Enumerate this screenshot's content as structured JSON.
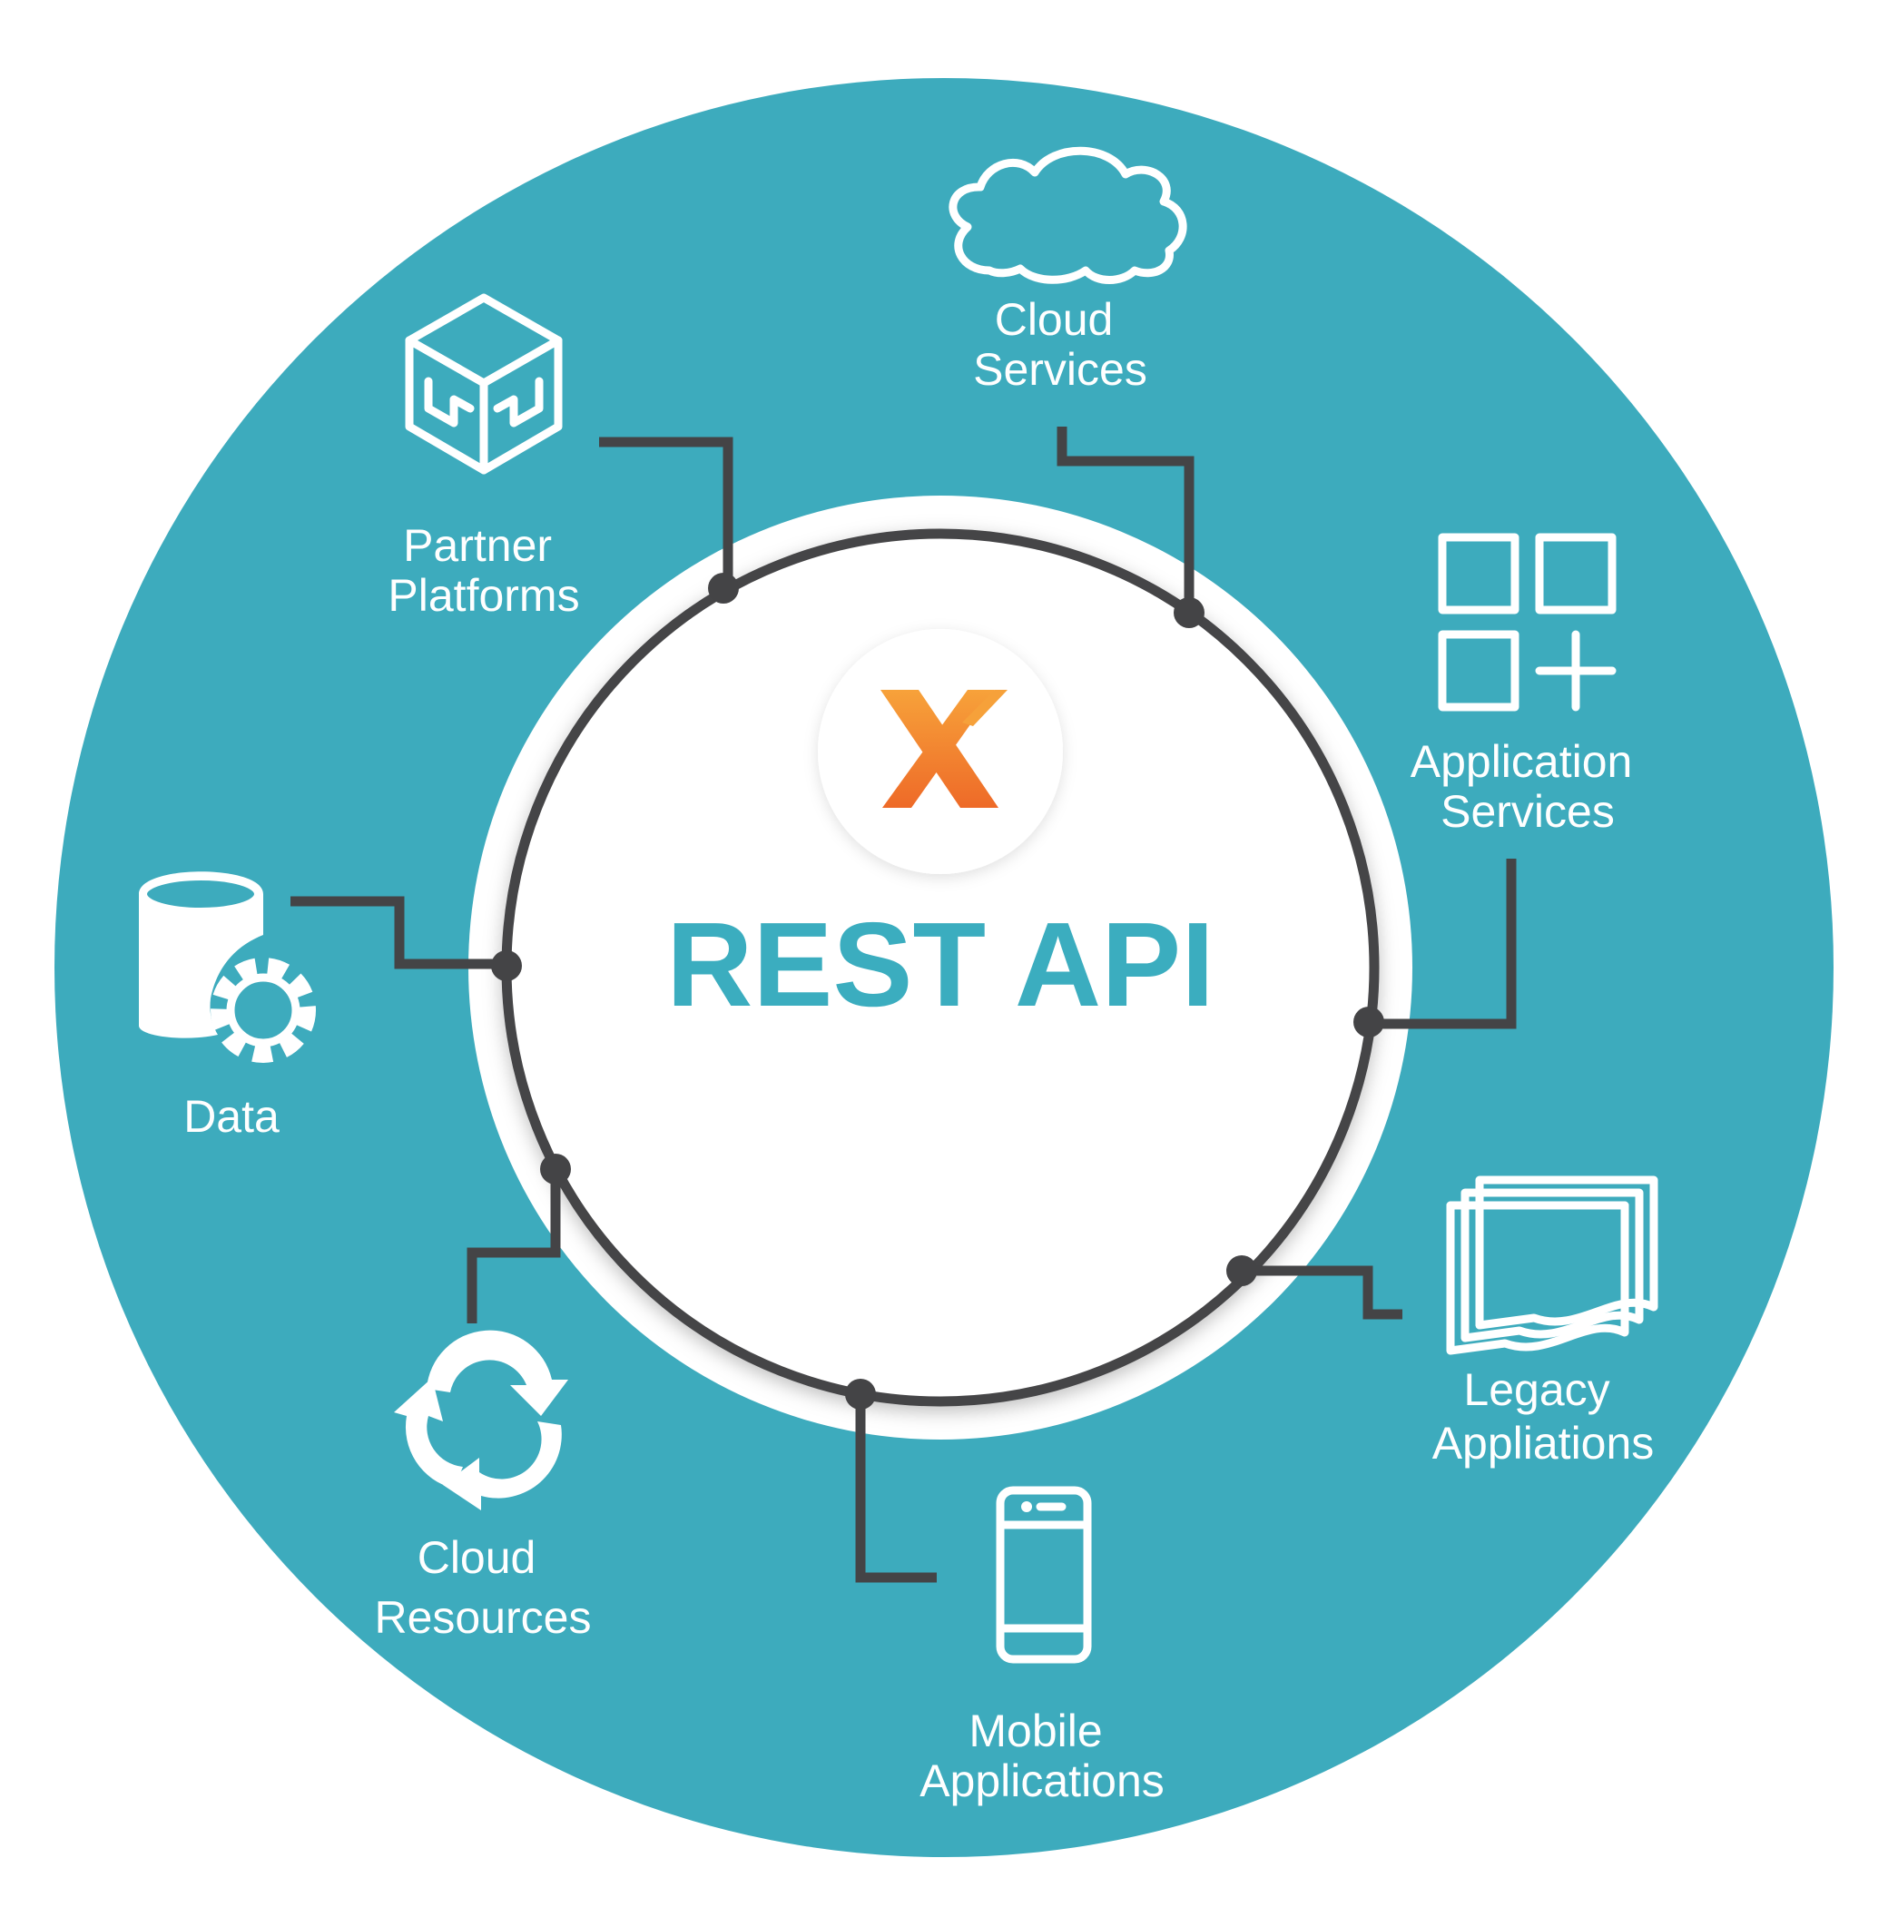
{
  "title": "REST API",
  "colors": {
    "teal": "#3dabbd",
    "connector": "#444446",
    "logo_orange": "#f07a2a"
  },
  "logo": {
    "icon": "x-logo-icon"
  },
  "nodes": [
    {
      "id": "cloud-services",
      "icon": "cloud-icon",
      "lines": [
        "Cloud",
        "Services"
      ]
    },
    {
      "id": "partner-platforms",
      "icon": "cube-icon",
      "lines": [
        "Partner",
        "Platforms"
      ]
    },
    {
      "id": "application-services",
      "icon": "app-grid-icon",
      "lines": [
        "Application",
        "Services"
      ]
    },
    {
      "id": "data",
      "icon": "database-gear-icon",
      "lines": [
        "Data"
      ]
    },
    {
      "id": "legacy-applications",
      "icon": "stacked-windows-icon",
      "lines": [
        "Legacy",
        "Appliations"
      ]
    },
    {
      "id": "cloud-resources",
      "icon": "recycle-arrows-icon",
      "lines": [
        "Cloud",
        "Resources"
      ]
    },
    {
      "id": "mobile-applications",
      "icon": "smartphone-icon",
      "lines": [
        "Mobile",
        "Applications"
      ]
    }
  ]
}
